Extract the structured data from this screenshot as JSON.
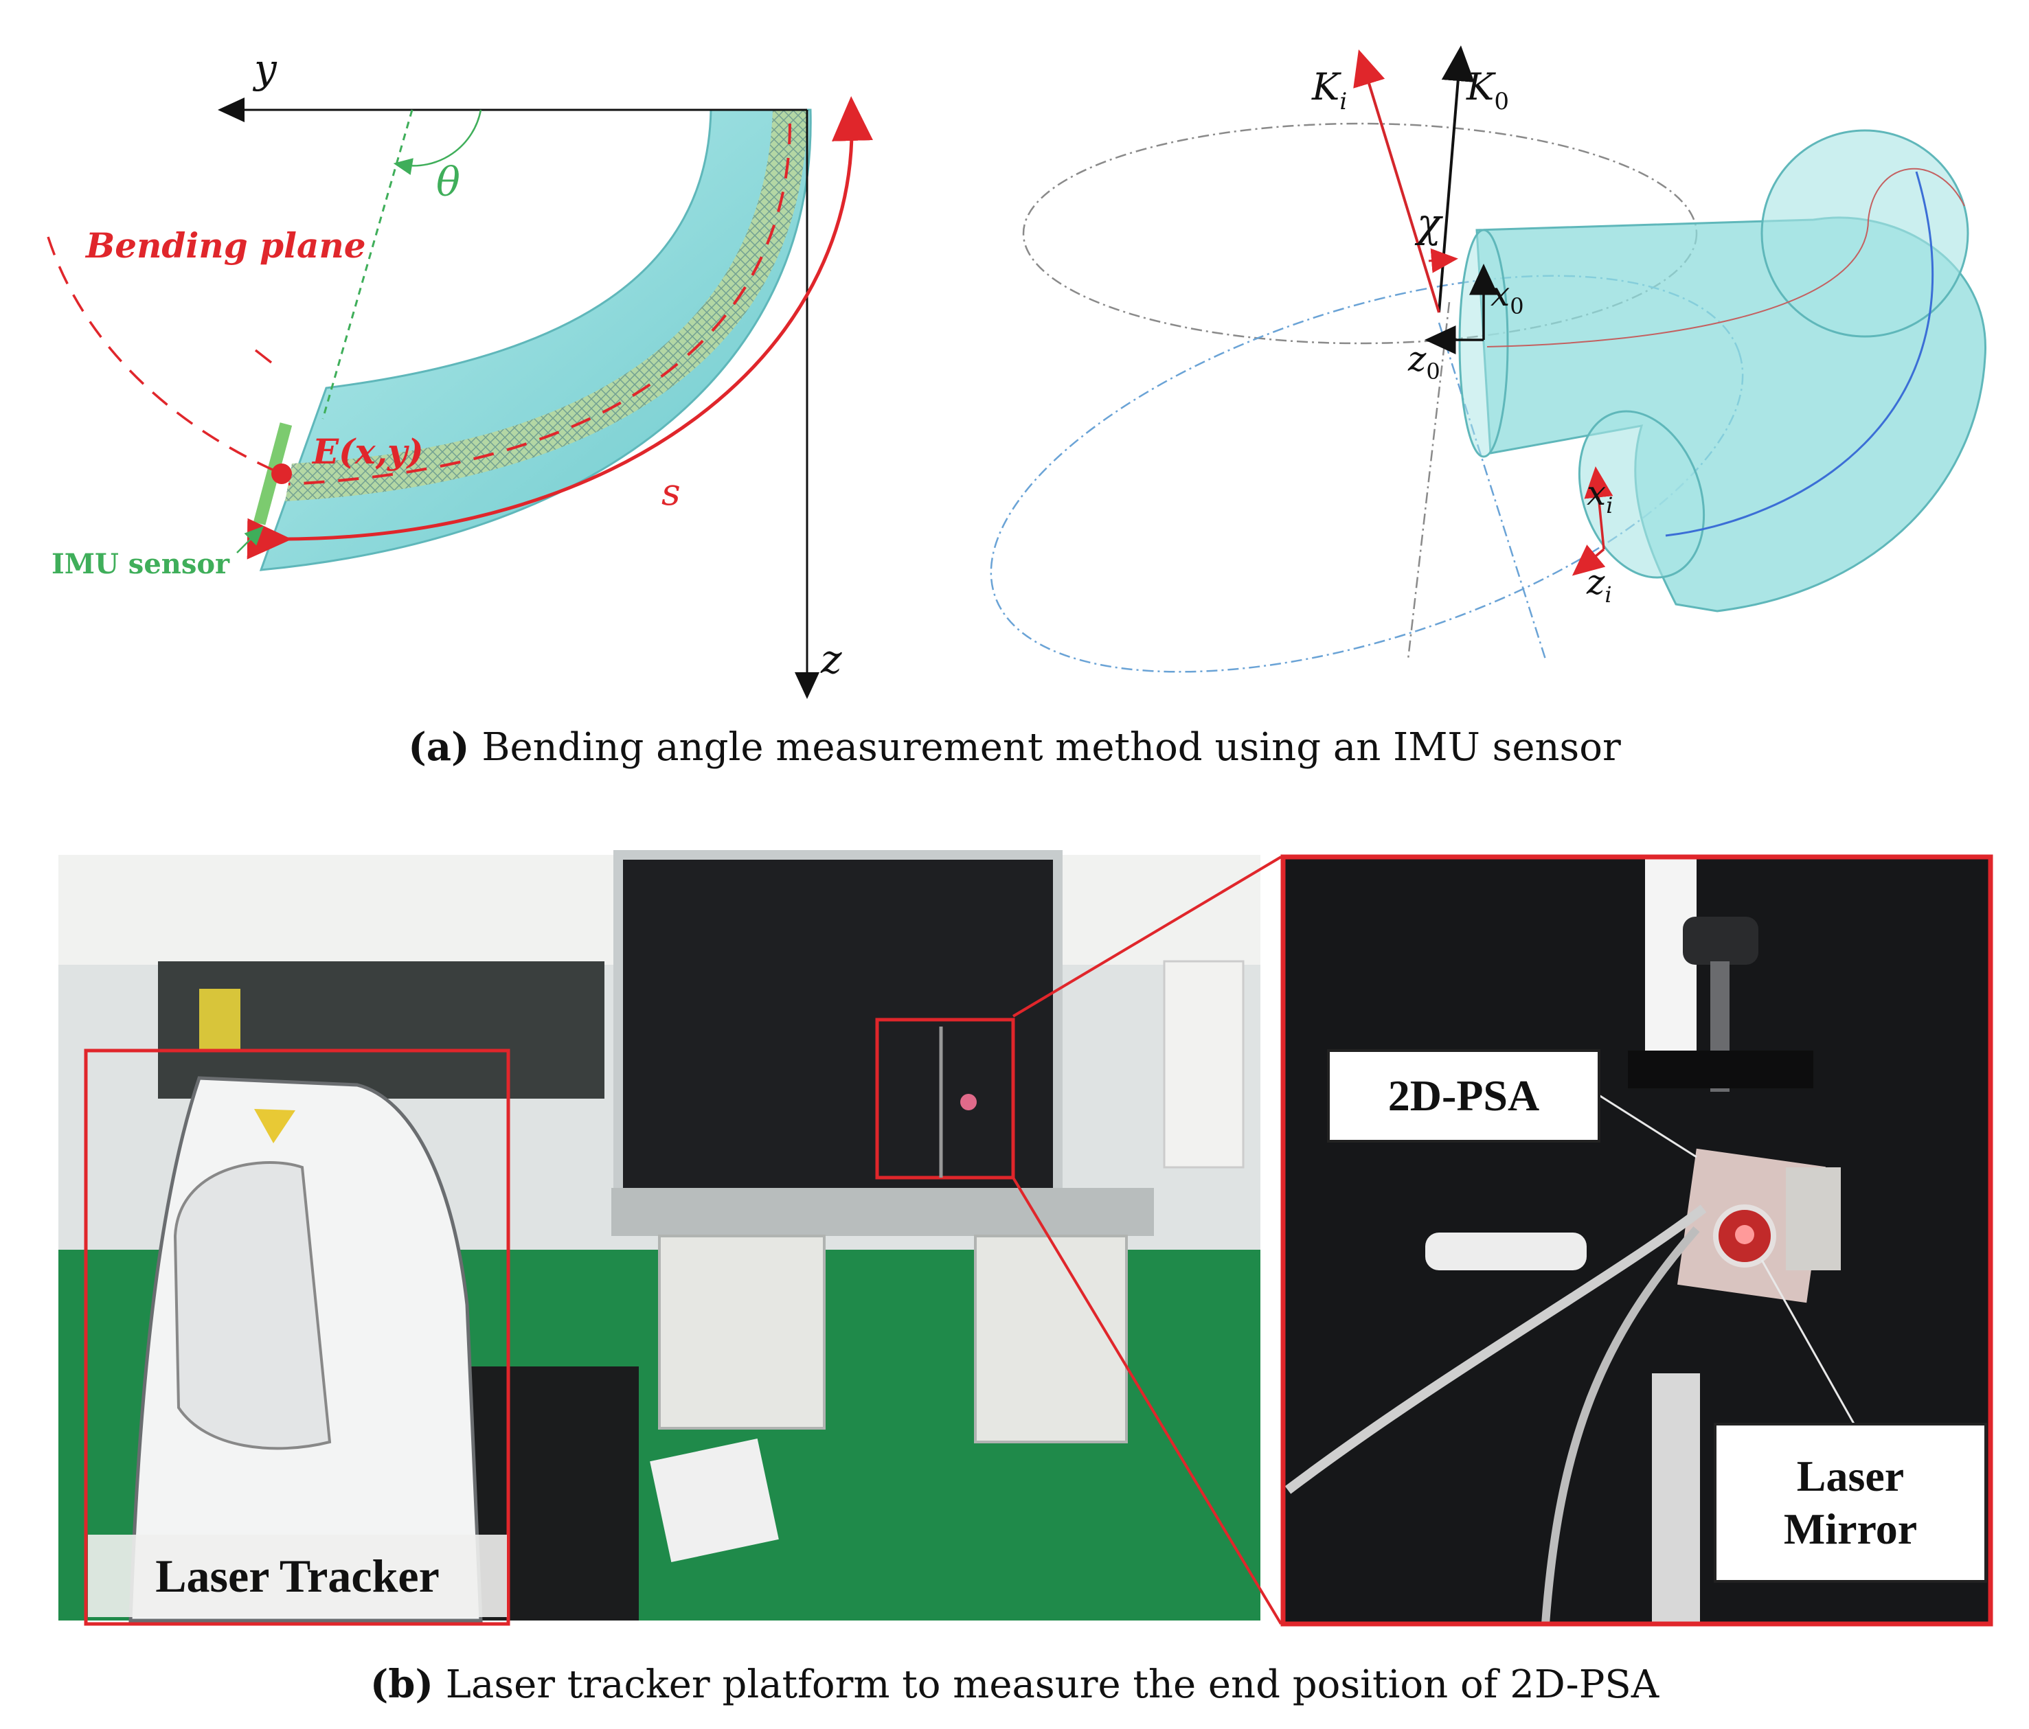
{
  "panel_a": {
    "left_diagram": {
      "axis_y": "y",
      "axis_z": "z",
      "angle": "θ",
      "bending_plane": "Bending plane",
      "point": "E(x,y)",
      "arc": "s",
      "sensor": "IMU sensor"
    },
    "right_diagram": {
      "k_i": "K",
      "k_i_sub": "i",
      "k_0": "K",
      "k_0_sub": "0",
      "chi": "χ",
      "x_0": "x",
      "x_0_sub": "0",
      "z_0": "z",
      "z_0_sub": "0",
      "x_i": "x",
      "x_i_sub": "i",
      "z_i": "z",
      "z_i_sub": "i"
    },
    "caption_tag": "(a)",
    "caption_text": "Bending angle measurement method using an IMU sensor"
  },
  "panel_b": {
    "label_tracker": "Laser Tracker",
    "label_psa": "2D-PSA",
    "label_mirror_line1": "Laser",
    "label_mirror_line2": "Mirror",
    "caption_tag": "(b)",
    "caption_text": "Laser tracker platform to measure the end position of 2D-PSA"
  },
  "colors": {
    "tube": "#8fd9d9",
    "annotation_red": "#e0262b",
    "annotation_green": "#3fae5a",
    "floor_green": "#1f8a4a"
  }
}
